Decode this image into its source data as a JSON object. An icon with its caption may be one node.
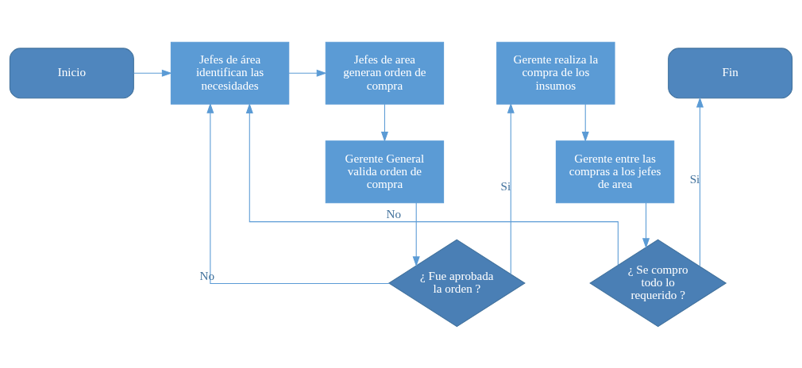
{
  "diagram": {
    "nodes": [
      {
        "text": [
          "Inicio"
        ]
      },
      {
        "text": [
          "Jefes de área identifican las necesidades"
        ]
      },
      {
        "text": [
          "Jefes de area generan orden de compra"
        ]
      },
      {
        "text": [
          "Gerente General valida orden de compra"
        ]
      },
      {
        "text": [
          "¿ Fue aprobada la orden ?"
        ]
      },
      {
        "text": [
          "Gerente realiza la compra de los insumos"
        ]
      },
      {
        "text": [
          "Gerente entre las compras a los jefes de area"
        ]
      },
      {
        "text": [
          "¿ Se compro todo lo requerido ?"
        ]
      },
      {
        "text": [
          "Fin"
        ]
      }
    ],
    "edges": [
      {
        "from": 0,
        "to": 1,
        "arrow": "to"
      },
      {
        "from": 1,
        "to": 2,
        "arrow": "to"
      },
      {
        "from": 2,
        "to": 3,
        "arrow": "to"
      },
      {
        "from": 3,
        "to": 4,
        "arrow": "to"
      },
      {
        "from": 4,
        "to": 5,
        "arrow": "to",
        "label": "Si"
      },
      {
        "from": 4,
        "to": 1,
        "arrow": "to",
        "label": "No"
      },
      {
        "from": 5,
        "to": 6,
        "arrow": "to"
      },
      {
        "from": 6,
        "to": 7,
        "arrow": "to"
      },
      {
        "from": 7,
        "to": 8,
        "arrow": "to",
        "label": "Si"
      },
      {
        "from": 7,
        "to": 1,
        "arrow": "to",
        "label": "No"
      }
    ]
  }
}
